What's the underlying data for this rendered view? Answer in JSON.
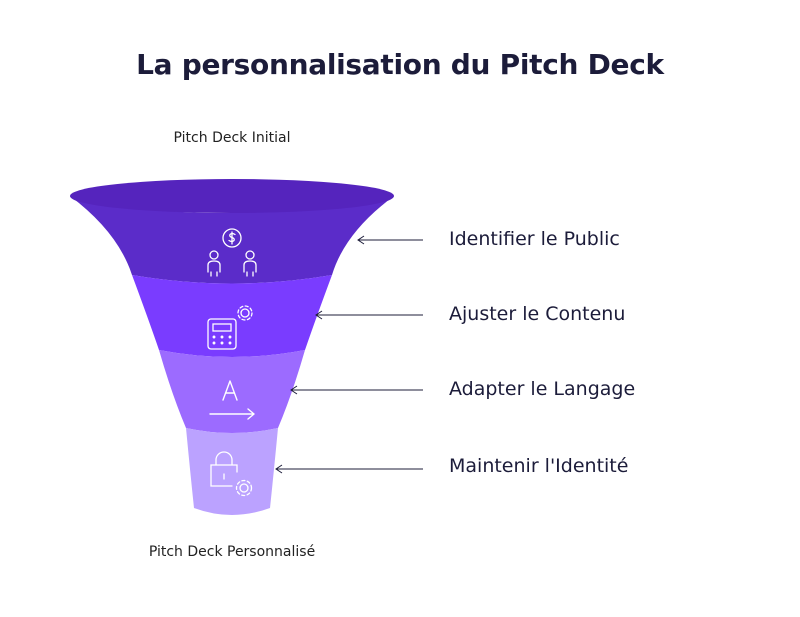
{
  "title": "La personnalisation du Pitch Deck",
  "top_label": "Pitch Deck Initial",
  "bottom_label": "Pitch Deck Personnalisé",
  "steps": [
    {
      "label": "Identifier le Public",
      "icon": "audience-money-icon",
      "color": "#5b2cc9"
    },
    {
      "label": "Ajuster le Contenu",
      "icon": "calculator-gear-icon",
      "color": "#7a3cff"
    },
    {
      "label": "Adapter le Langage",
      "icon": "text-arrow-icon",
      "color": "#9c6bff"
    },
    {
      "label": "Maintenir l'Identité",
      "icon": "lock-gear-icon",
      "color": "#bba2ff"
    }
  ],
  "colors": {
    "rim": "#5524bd",
    "title": "#1c1c3a",
    "arrow": "#1c1c3a"
  }
}
